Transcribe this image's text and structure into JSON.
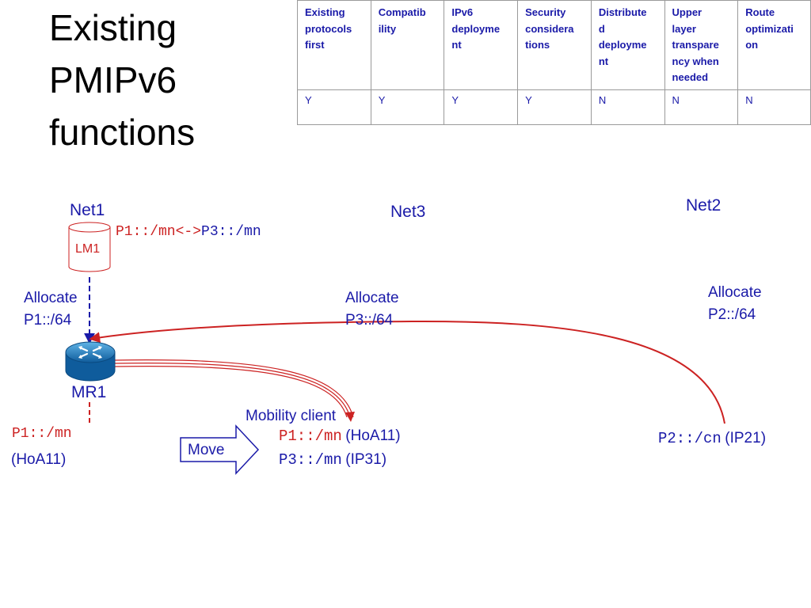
{
  "title": {
    "line1": "Existing",
    "line2": "PMIPv6",
    "line3": "functions"
  },
  "table": {
    "headers": [
      [
        "Existing",
        "protocols",
        "first"
      ],
      [
        "Compatib",
        "ility"
      ],
      [
        "IPv6",
        "deployme",
        "nt"
      ],
      [
        "Security",
        "considera",
        "tions"
      ],
      [
        "Distribute",
        "d",
        "deployme",
        "nt"
      ],
      [
        "Upper",
        "layer",
        "transpare",
        "ncy when",
        "needed"
      ],
      [
        "Route",
        "optimizati",
        "on"
      ]
    ],
    "values": [
      "Y",
      "Y",
      "Y",
      "Y",
      "N",
      "N",
      "N"
    ]
  },
  "diagram": {
    "net1": "Net1",
    "net2": "Net2",
    "net3": "Net3",
    "lm1": "LM1",
    "mr1": "MR1",
    "binding_p1": "P1::/mn",
    "binding_arrow": "<->",
    "binding_p3": "P3::/mn",
    "alloc1_line1": "Allocate",
    "alloc1_line2": "P1::/64",
    "alloc3_line1": "Allocate",
    "alloc3_line2": "P3::/64",
    "alloc2_line1": "Allocate",
    "alloc2_line2": "P2::/64",
    "left_prefix": "P1::/mn",
    "left_hoa": "(HoA11)",
    "move": "Move",
    "mobility_client": "Mobility client",
    "mc_p1": "P1::/mn",
    "mc_hoa": "(HoA11)",
    "mc_p3": "P3::/mn",
    "mc_ip": "(IP31)",
    "cn_prefix": "P2::/cn",
    "cn_ip": "(IP21)"
  },
  "colors": {
    "blue": "#1a1aa8",
    "red": "#cc2222",
    "router_blue": "#1e7fc4"
  },
  "icons": [
    "database-icon",
    "router-icon",
    "move-arrow-icon"
  ]
}
